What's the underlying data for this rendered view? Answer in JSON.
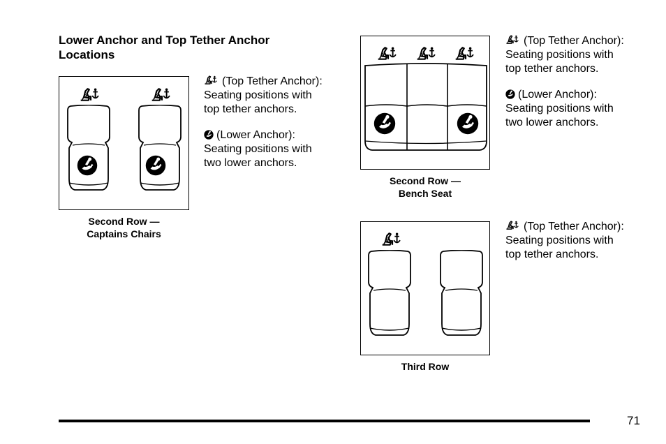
{
  "heading": "Lower Anchor and Top Tether Anchor Locations",
  "figures": {
    "captains": {
      "caption_line1": "Second Row —",
      "caption_line2": "Captains Chairs"
    },
    "bench": {
      "caption_line1": "Second Row —",
      "caption_line2": "Bench Seat"
    },
    "third": {
      "caption": "Third Row"
    }
  },
  "legend": {
    "top_tether_icon": "top-tether-anchor-icon",
    "lower_anchor_icon": "lower-anchor-icon",
    "captains_tether": {
      "line1": "(Top Tether Anchor):",
      "line2": "Seating positions with",
      "line3": "top tether anchors."
    },
    "captains_lower": {
      "line1": "(Lower Anchor):",
      "line2": "Seating positions with",
      "line3": "two lower anchors."
    },
    "bench_tether": {
      "line1": "(Top Tether Anchor):",
      "line2": "Seating positions with",
      "line3": "top tether anchors."
    },
    "bench_lower": {
      "line1": "(Lower Anchor):",
      "line2": "Seating positions with",
      "line3": "two lower anchors."
    },
    "third_tether": {
      "line1": "(Top Tether Anchor):",
      "line2": "Seating positions with",
      "line3": "top tether anchors."
    }
  },
  "page_number": "71"
}
